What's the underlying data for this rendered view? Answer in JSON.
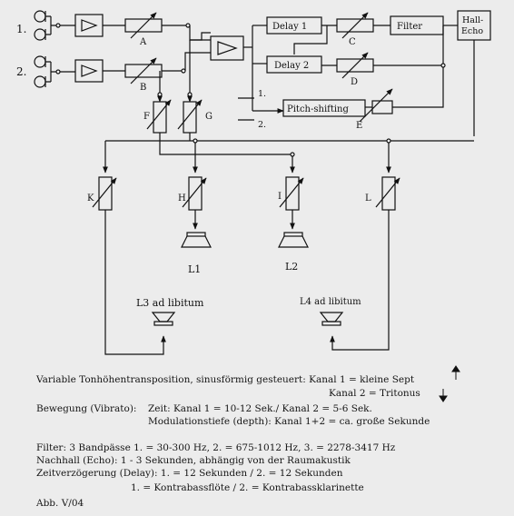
{
  "inputs": {
    "one": "1.",
    "two": "2."
  },
  "attenuators": {
    "A": "A",
    "B": "B",
    "C": "C",
    "D": "D",
    "E": "E",
    "F": "F",
    "G": "G",
    "H": "H",
    "I": "I",
    "K": "K",
    "L": "L"
  },
  "boxes": {
    "delay1": "Delay 1",
    "delay2": "Delay 2",
    "filter": "Filter",
    "hall_line1": "Hall-",
    "hall_line2": "Echo",
    "pitch": "Pitch-shifting"
  },
  "pitch_labels": {
    "one": "1.",
    "two": "2."
  },
  "speakers": {
    "l1": "L1",
    "l2": "L2",
    "l3": "L3 ad libitum",
    "l4": "L4 ad libitum"
  },
  "notes": {
    "line1": "Variable Tonhöhentransposition, sinusförmig gesteuert: Kanal 1 = kleine Sept",
    "line2": "Kanal 2 = Tritonus",
    "line3a": "Bewegung (Vibrato):",
    "line3b": "Zeit: Kanal 1 = 10-12 Sek./ Kanal 2 = 5-6 Sek.",
    "line4": "Modulationstiefe (depth): Kanal 1+2 = ca. große Sekunde",
    "line5": "Filter: 3 Bandpässe 1. = 30-300 Hz, 2. = 675-1012 Hz, 3. = 2278-3417 Hz",
    "line6": "Nachhall (Echo): 1 - 3 Sekunden, abhängig von der Raumakustik",
    "line7": "Zeitverzögerung (Delay): 1. = 12 Sekunden / 2. = 12 Sekunden",
    "line8": "1. = Kontrabassflöte / 2. = Kontrabassklarinette",
    "caption": "Abb. V/04"
  }
}
